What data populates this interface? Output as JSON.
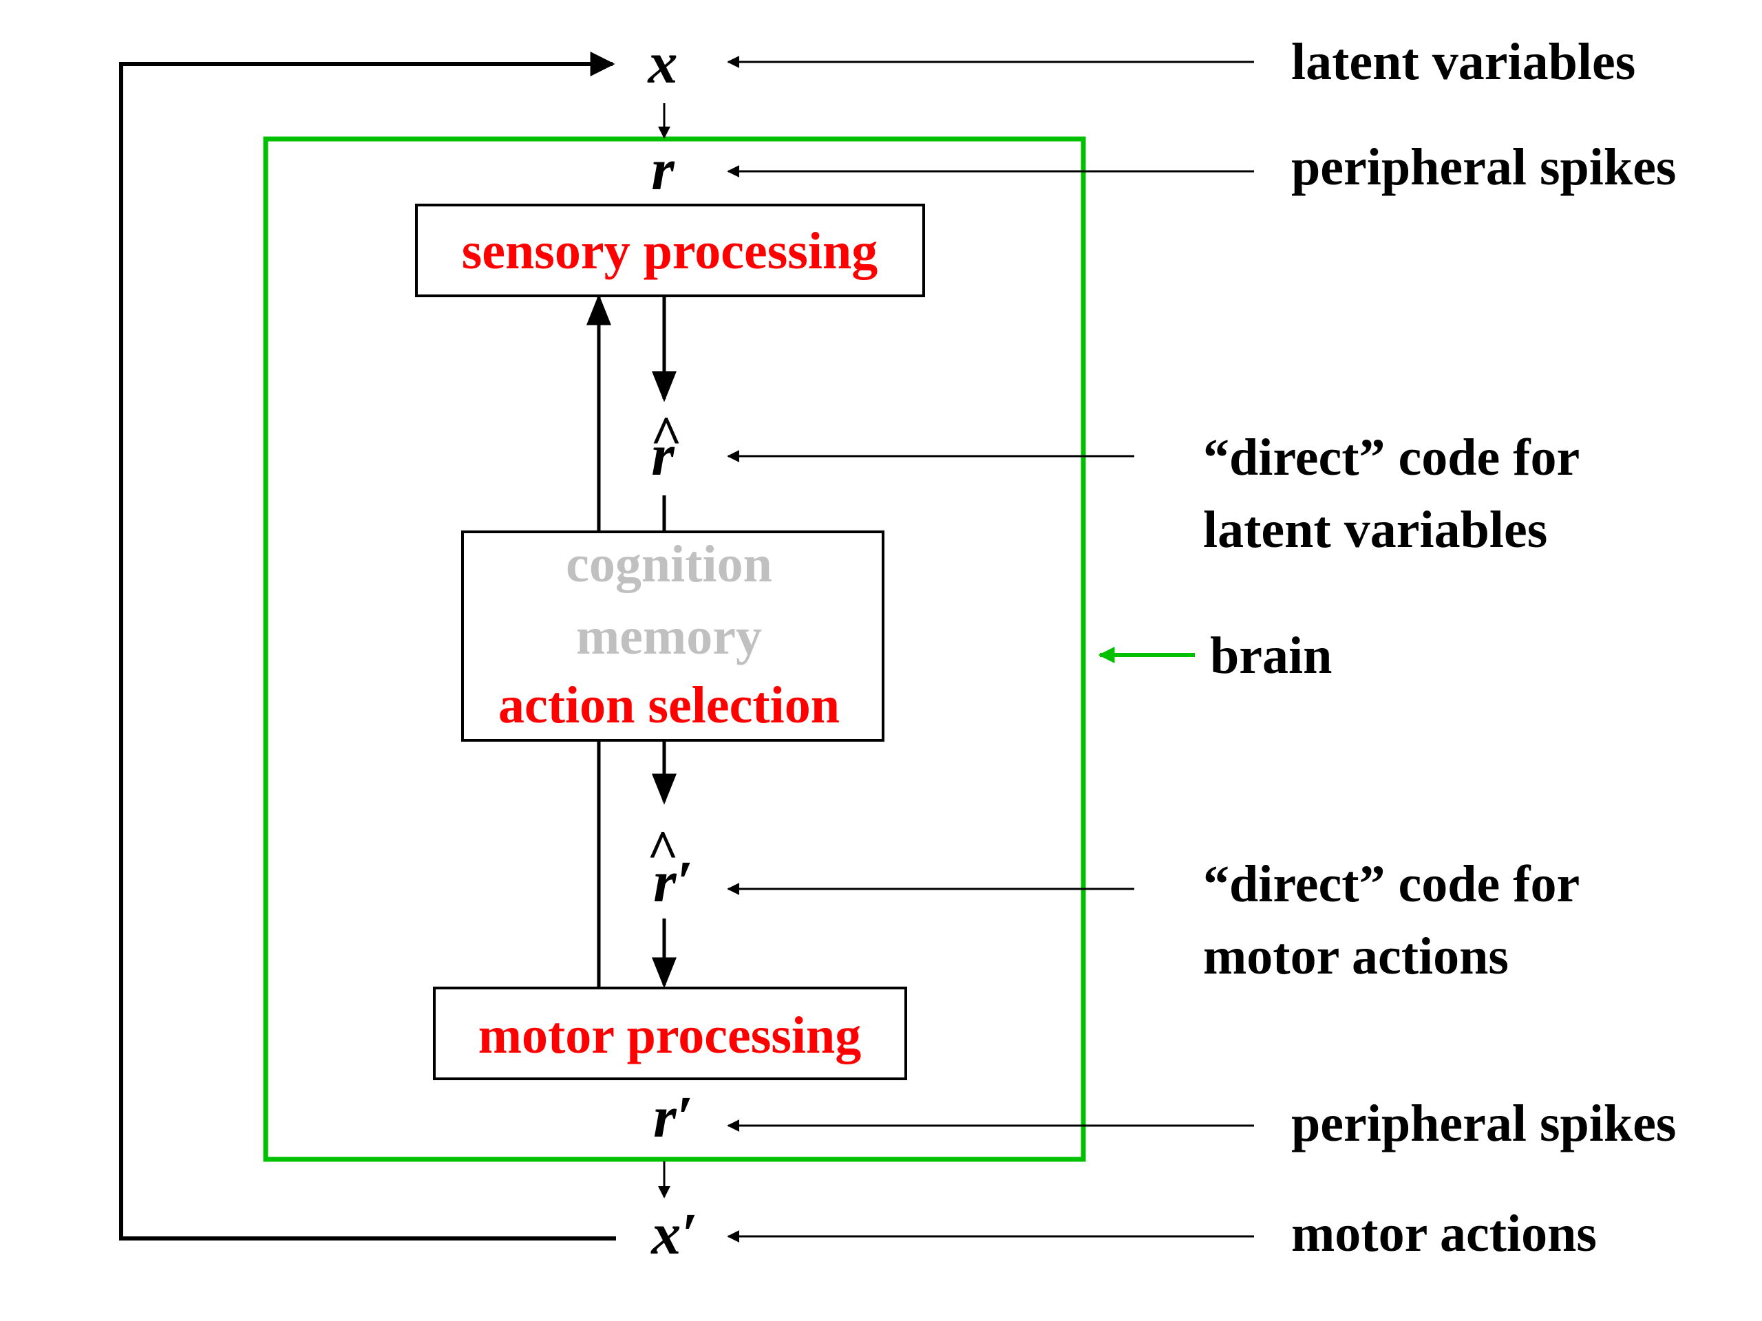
{
  "colors": {
    "brain": "#00c000",
    "highlight": "#ff0000",
    "muted": "#c0c0c0",
    "text": "#000000"
  },
  "variables": {
    "x": "x",
    "r": "r",
    "r_hat": "r",
    "r_hat_prime": "r′",
    "r_prime": "r′",
    "x_prime": "x′",
    "hat": "^"
  },
  "boxes": {
    "sensory": "sensory processing",
    "cognition": [
      "cognition",
      "memory",
      "action selection"
    ],
    "motor": "motor processing"
  },
  "labels": {
    "latent_variables": "latent variables",
    "peripheral_spikes_in": "peripheral spikes",
    "direct_latent": [
      "“direct” code for",
      "latent variables"
    ],
    "brain": "brain",
    "direct_motor": [
      "“direct” code for",
      "motor actions"
    ],
    "peripheral_spikes_out": "peripheral spikes",
    "motor_actions": "motor actions"
  }
}
